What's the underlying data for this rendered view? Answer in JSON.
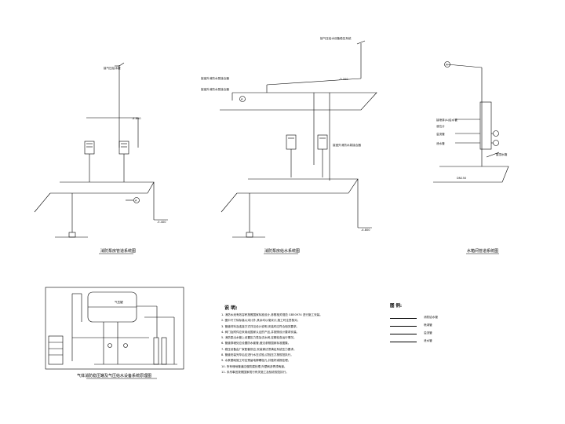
{
  "captions": {
    "left": "消防泵房管道系统图",
    "middle": "消防泵房给水系统图",
    "right": "水箱间管道系统图",
    "bottom_left": "气体消防稳压罐及气压给水设备系统原理图"
  },
  "labels": {
    "bubble_a": "A",
    "left_pipe_top": "接气压给水罐",
    "left_elev_1": "-4.800",
    "left_elev_2": "-5.400",
    "mid_pipe_1": "接室外消防水泵接合器",
    "mid_pipe_2": "接室外消防水泵接合器",
    "mid_top": "接气压给水设备稳压系统",
    "mid_elev_1": "-3.200",
    "mid_elev_2": "-4.800",
    "mid_note": "接室外消防水泵接合器",
    "right_1": "接喷淋(A)给水管",
    "right_2": "溢流管",
    "right_3": "泄水管",
    "right_4": "液位计",
    "right_elev": "屋顶水箱",
    "tank_label": "气压罐",
    "dn": "DN150"
  },
  "notes": {
    "title": "说 明:",
    "items": [
      "1. 消防水池有效容积按照国家标准设计,参照相关规范 GB50974 进行施工安装。",
      "2. 图中尺寸除标高以米计外,其余均以毫米计,施工时注意核对。",
      "3. 管道材料及连接方式详见设计说明,安装时应符合相关要求。",
      "4. 阀门及附件应采用经国家认证的产品,并按照设计要求安装。",
      "5. 消防泵出水管上设置压力表及试水阀,定期检查运行情况。",
      "6. 管道穿墙处应设置防水套管,做法参照国家标准图集。",
      "7. 稳压设备由厂家配套供应,安装调试须满足系统压力要求。",
      "8. 管道安装完毕后应进行水压试验,试验压力按规范执行。",
      "9. 水泵基础施工时应预留地脚螺栓孔,并做好减振处理。",
      "10. 所有埋地管道应做防腐处理,外壁刷沥青漆两道。",
      "11. 未尽事宜按照国家现行有关施工及验收规范执行。"
    ]
  },
  "legend": {
    "title": "图 例:",
    "items": [
      {
        "label": "消防给水管"
      },
      {
        "label": "喷淋管"
      },
      {
        "label": "溢流管"
      },
      {
        "label": "泄水管"
      }
    ]
  },
  "colors": {
    "line": "#000000",
    "background": "#ffffff"
  }
}
